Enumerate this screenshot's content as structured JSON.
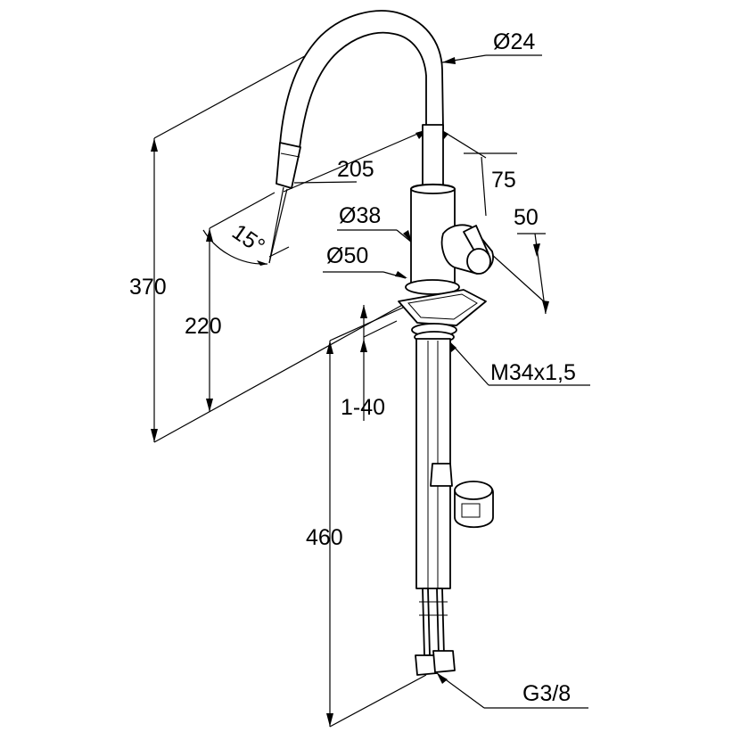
{
  "dimensions": {
    "d24": "Ø24",
    "d205": "205",
    "d75": "75",
    "d38": "Ø38",
    "d50w": "50",
    "d50": "Ø50",
    "a15": "15°",
    "d370": "370",
    "d220": "220",
    "m34": "M34x1,5",
    "d140": "1-40",
    "d460": "460",
    "g38": "G3/8"
  }
}
